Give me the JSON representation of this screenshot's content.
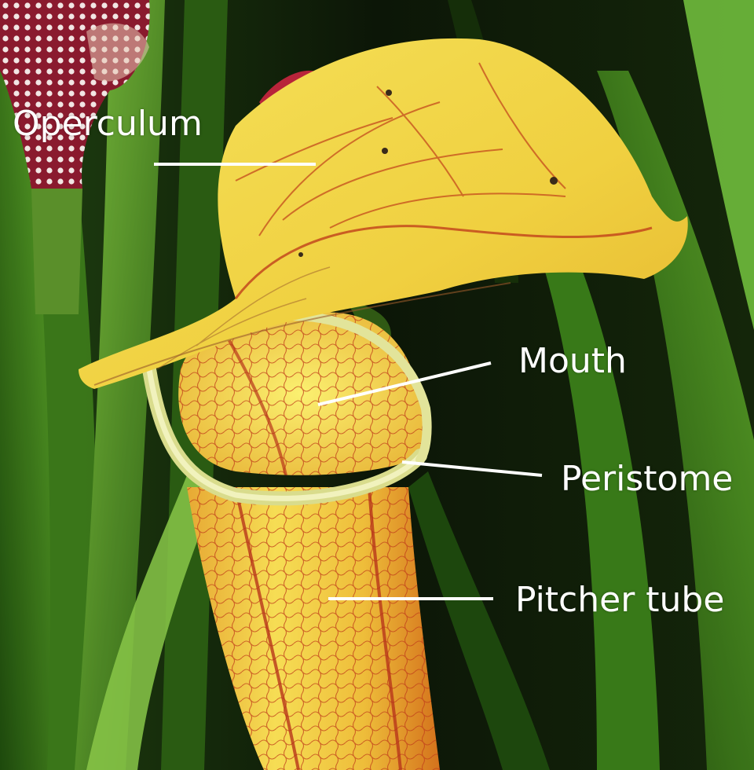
{
  "labels": {
    "operculum": "Operculum",
    "mouth": "Mouth",
    "peristome": "Peristome",
    "pitcher_tube": "Pitcher tube"
  },
  "colors": {
    "label_text": "#ffffff",
    "leader_line": "#ffffff",
    "background": "#0d1a08",
    "foliage": "#4f8f1f",
    "pitcher_yellow": "#f2d93a",
    "pitcher_orange": "#e08a1c",
    "vein_red": "#c1401a",
    "peristome_rim": "#e6e9a0"
  },
  "image": {
    "subject_icon": "pitcher-plant-photo"
  }
}
